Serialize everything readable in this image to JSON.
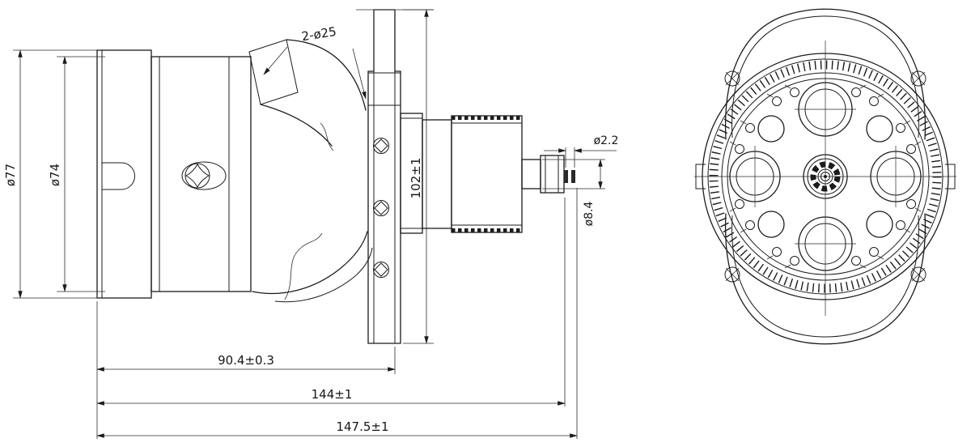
{
  "drawing": {
    "kind": "circular-connector-engineering-drawing",
    "colors": {
      "line": "#1b1b1b",
      "background": "#ffffff"
    },
    "dimensions": {
      "shell_diameter": "ø77",
      "body_diameter": "ø74",
      "cable_entries": "2-ø25",
      "pin_diameter": "ø2.2",
      "stub_diameter": "ø8.4",
      "flange_height": "102±1",
      "shell_length": "90.4±0.3",
      "mating_length": "144±1",
      "overall_length": "147.5±1"
    }
  }
}
